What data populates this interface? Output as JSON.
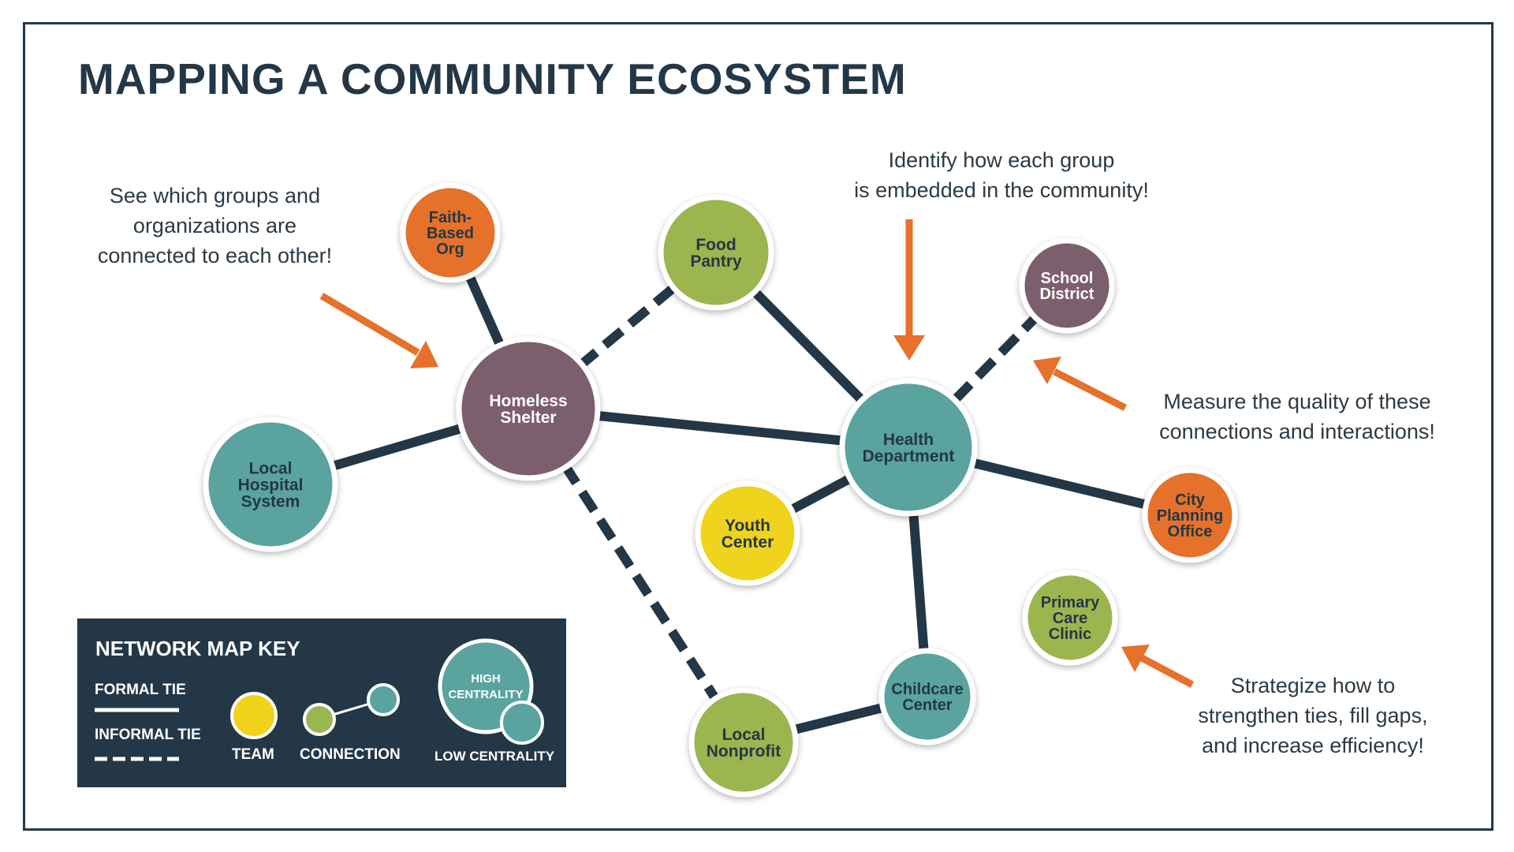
{
  "title": "MAPPING A COMMUNITY ECOSYSTEM",
  "captions": {
    "connected": [
      "See which groups and",
      "organizations are",
      "connected to each other!"
    ],
    "embedded": [
      "Identify how each group",
      "is embedded in the community!"
    ],
    "measure": [
      "Measure the quality of these",
      "connections and interactions!"
    ],
    "strategize": [
      "Strategize how to",
      "strengthen ties, fill gaps,",
      "and increase efficiency!"
    ]
  },
  "colors": {
    "navy": "#243746",
    "purple": "#7b5e6d",
    "teal": "#5aa39e",
    "orange": "#e5712a",
    "green": "#9cb54f",
    "yellow": "#f0d31a"
  },
  "nodes": [
    {
      "id": "homeless-shelter",
      "label": [
        "Homeless",
        "Shelter"
      ],
      "color": "purple",
      "text": "light"
    },
    {
      "id": "health-department",
      "label": [
        "Health",
        "Department"
      ],
      "color": "teal",
      "text": "navy"
    },
    {
      "id": "local-hospital-system",
      "label": [
        "Local",
        "Hospital",
        "System"
      ],
      "color": "teal",
      "text": "navy"
    },
    {
      "id": "faith-based-org",
      "label": [
        "Faith-",
        "Based",
        "Org"
      ],
      "color": "orange",
      "text": "navy"
    },
    {
      "id": "food-pantry",
      "label": [
        "Food",
        "Pantry"
      ],
      "color": "green",
      "text": "navy"
    },
    {
      "id": "school-district",
      "label": [
        "School",
        "District"
      ],
      "color": "purple",
      "text": "light"
    },
    {
      "id": "youth-center",
      "label": [
        "Youth",
        "Center"
      ],
      "color": "yellow",
      "text": "navy"
    },
    {
      "id": "city-planning-office",
      "label": [
        "City",
        "Planning",
        "Office"
      ],
      "color": "orange",
      "text": "navy"
    },
    {
      "id": "primary-care-clinic",
      "label": [
        "Primary",
        "Care",
        "Clinic"
      ],
      "color": "green",
      "text": "navy"
    },
    {
      "id": "childcare-center",
      "label": [
        "Childcare",
        "Center"
      ],
      "color": "teal",
      "text": "navy"
    },
    {
      "id": "local-nonprofit",
      "label": [
        "Local",
        "Nonprofit"
      ],
      "color": "green",
      "text": "navy"
    }
  ],
  "edges": [
    {
      "from": "homeless-shelter",
      "to": "faith-based-org",
      "tie": "formal"
    },
    {
      "from": "homeless-shelter",
      "to": "local-hospital-system",
      "tie": "formal"
    },
    {
      "from": "homeless-shelter",
      "to": "food-pantry",
      "tie": "informal"
    },
    {
      "from": "homeless-shelter",
      "to": "health-department",
      "tie": "formal"
    },
    {
      "from": "homeless-shelter",
      "to": "local-nonprofit",
      "tie": "informal"
    },
    {
      "from": "food-pantry",
      "to": "health-department",
      "tie": "formal"
    },
    {
      "from": "health-department",
      "to": "school-district",
      "tie": "informal"
    },
    {
      "from": "health-department",
      "to": "youth-center",
      "tie": "formal"
    },
    {
      "from": "health-department",
      "to": "city-planning-office",
      "tie": "formal"
    },
    {
      "from": "health-department",
      "to": "childcare-center",
      "tie": "formal"
    },
    {
      "from": "childcare-center",
      "to": "local-nonprofit",
      "tie": "formal"
    }
  ],
  "key": {
    "title": "NETWORK MAP KEY",
    "formal_tie": "FORMAL TIE",
    "informal_tie": "INFORMAL TIE",
    "team": "TEAM",
    "connection": "CONNECTION",
    "high_centrality": [
      "HIGH",
      "CENTRALITY"
    ],
    "low_centrality": "LOW CENTRALITY"
  }
}
